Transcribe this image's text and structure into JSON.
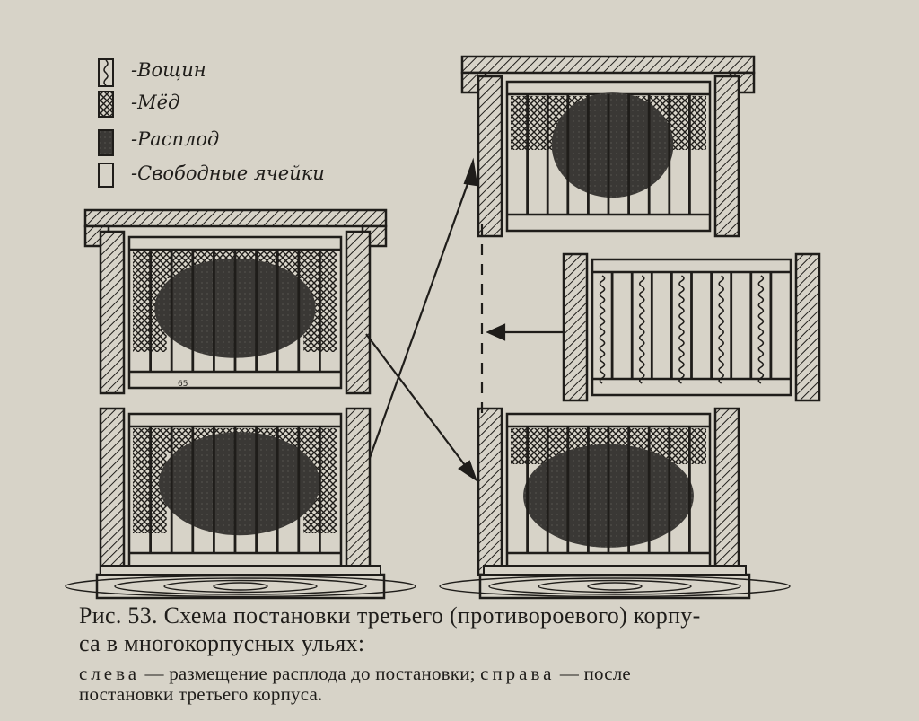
{
  "legend": [
    {
      "key": "wax",
      "label": "-Вощин"
    },
    {
      "key": "honey",
      "label": "-Мёд"
    },
    {
      "key": "brood",
      "label": "-Расплод"
    },
    {
      "key": "empty",
      "label": "-Свободные ячейки"
    }
  ],
  "frame_label": "65",
  "caption": {
    "line1": "Рис. 53.  Схема постановки третьего (противороевого) корпу-",
    "line2": "са в многокорпусных ульях:",
    "line3_left_word": "слева",
    "line3_mid": " — размещение расплода до постановки; ",
    "line3_right_word": "справа",
    "line3_end": " — после",
    "line4": "постановки  третьего корпуса."
  },
  "colors": {
    "paper": "#d7d3c8",
    "ink": "#1f1d1a",
    "brood": "#3a3835"
  }
}
